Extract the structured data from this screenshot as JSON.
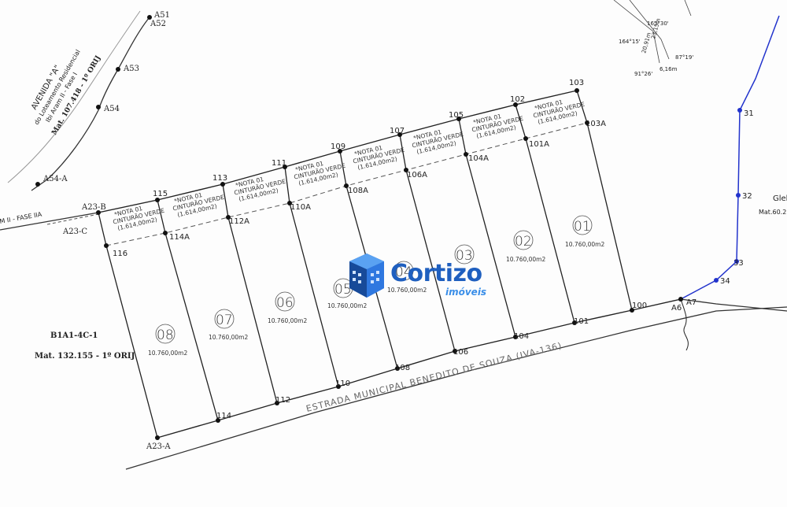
{
  "map": {
    "points": {
      "A51": "A51",
      "A52": "A52",
      "A53": "A53",
      "A54": "A54",
      "A54A": "A54-A",
      "A23B": "A23-B",
      "A23C": "A23-C",
      "A23A": "A23-A",
      "A6": "A6",
      "A7": "A7",
      "p100": "100",
      "p101": "101",
      "p101A": "101A",
      "p102": "102",
      "p103": "103",
      "p103A": "103A",
      "p104": "104",
      "p104A": "104A",
      "p105": "105",
      "p106": "106",
      "p106A": "106A",
      "p107": "107",
      "p108": "108",
      "p108A": "108A",
      "p109": "109",
      "p110": "110",
      "p110A": "110A",
      "p111": "111",
      "p112": "112",
      "p112A": "112A",
      "p113": "113",
      "p114": "114",
      "p114A": "114A",
      "p115": "115",
      "p116": "116",
      "p31": "31",
      "p32": "32",
      "p33": "33",
      "p34": "34"
    },
    "lots": [
      {
        "num": "01",
        "area": "10.760,00m2"
      },
      {
        "num": "02",
        "area": "10.760,00m2"
      },
      {
        "num": "03",
        "area": "10.760,00m2"
      },
      {
        "num": "04",
        "area": "10.760,00m2"
      },
      {
        "num": "05",
        "area": "10.760,00m2"
      },
      {
        "num": "06",
        "area": "10.760,00m2"
      },
      {
        "num": "07",
        "area": "10.760,00m2"
      },
      {
        "num": "08",
        "area": "10.760,00m2"
      }
    ],
    "green_note": {
      "line1": "*NOTA 01",
      "line2": "CINTURÃO VERDE",
      "line3": "(1.614,00m2)"
    },
    "road_label": "ESTRADA MUNICIPAL BENEDITO DE SOUZA (IVA-136)",
    "avenue": {
      "line1": "AVENIDA \"A\"",
      "line2": "do Loteamento Residencial",
      "line3": "Ibi Aram II - Fase I",
      "line4": "Mat. 107.418 - 1º ORIJ"
    },
    "fase_label": "M II - FASE IIA",
    "neighbor": {
      "line1": "B1A1-4C-1",
      "line2": "Mat. 132.155 - 1º ORIJ"
    },
    "gleba": {
      "line1": "Gleb",
      "line2": "Mat.60.2"
    },
    "angles": {
      "a1": "165°30'",
      "a2": "164°15'",
      "a3": "23,15m",
      "a4": "20,91m",
      "a5": "87°19'",
      "a6": "91°26'",
      "a7": "6,16m"
    }
  },
  "logo": {
    "name": "Cortizo",
    "sub": "imóveis",
    "colors": {
      "primary": "#1f5fbf",
      "secondary": "#3a8ee8"
    }
  }
}
